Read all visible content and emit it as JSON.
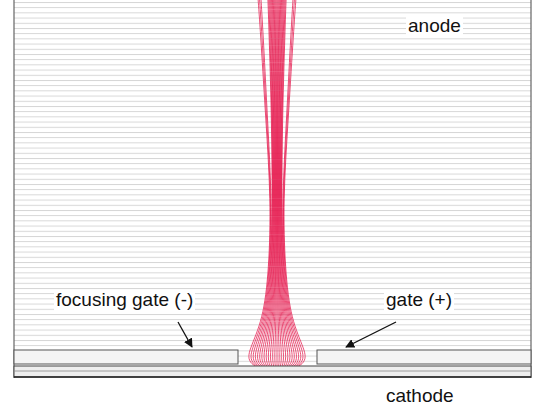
{
  "diagram": {
    "labels": [
      "anode",
      "focusing gate (-)",
      "gate (+)",
      "cathode"
    ]
  }
}
